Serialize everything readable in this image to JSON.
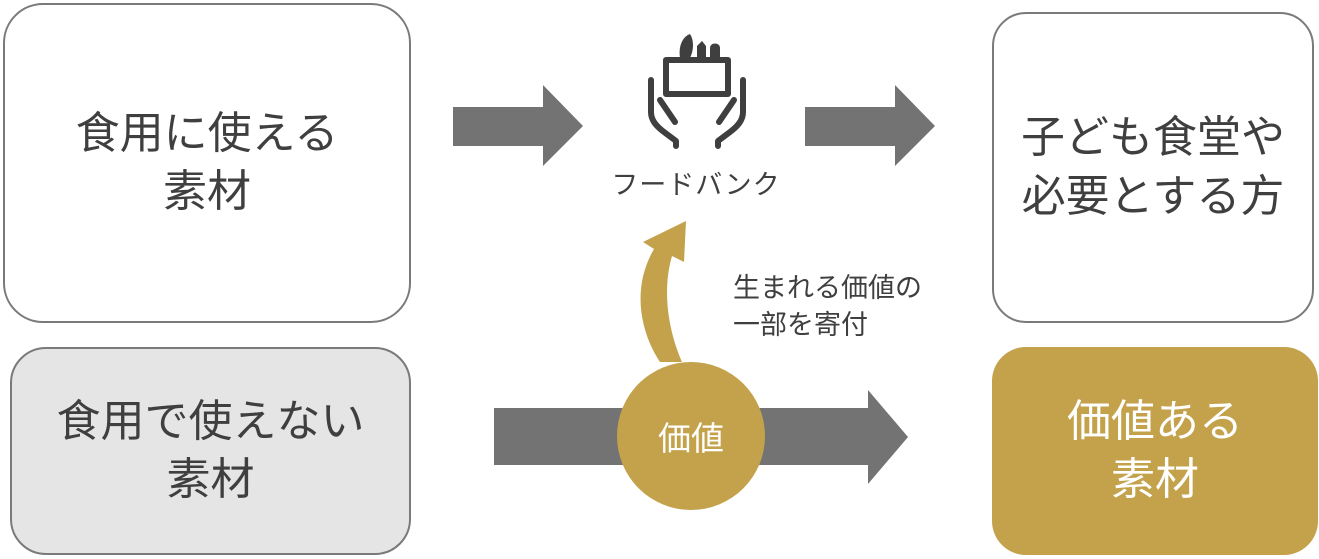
{
  "boxes": {
    "edible": {
      "line1": "食用に使える",
      "line2": "素材"
    },
    "inedible": {
      "line1": "食用で使えない",
      "line2": "素材"
    },
    "recipients": {
      "line1": "子ども食堂や",
      "line2": "必要とする方"
    },
    "valuable": {
      "line1": "価値ある",
      "line2": "素材"
    }
  },
  "foodbank": {
    "label": "フードバンク",
    "icon": "food-donation-hands-icon"
  },
  "donation": {
    "line1": "生まれる価値の",
    "line2": "一部を寄付"
  },
  "value_circle": {
    "label": "価値"
  },
  "colors": {
    "gold": "#c3a24b",
    "arrow_gray": "#737373",
    "border_gray": "#7a7a7a",
    "text_dark": "#3f3f3f",
    "light_fill": "#e5e5e5"
  }
}
